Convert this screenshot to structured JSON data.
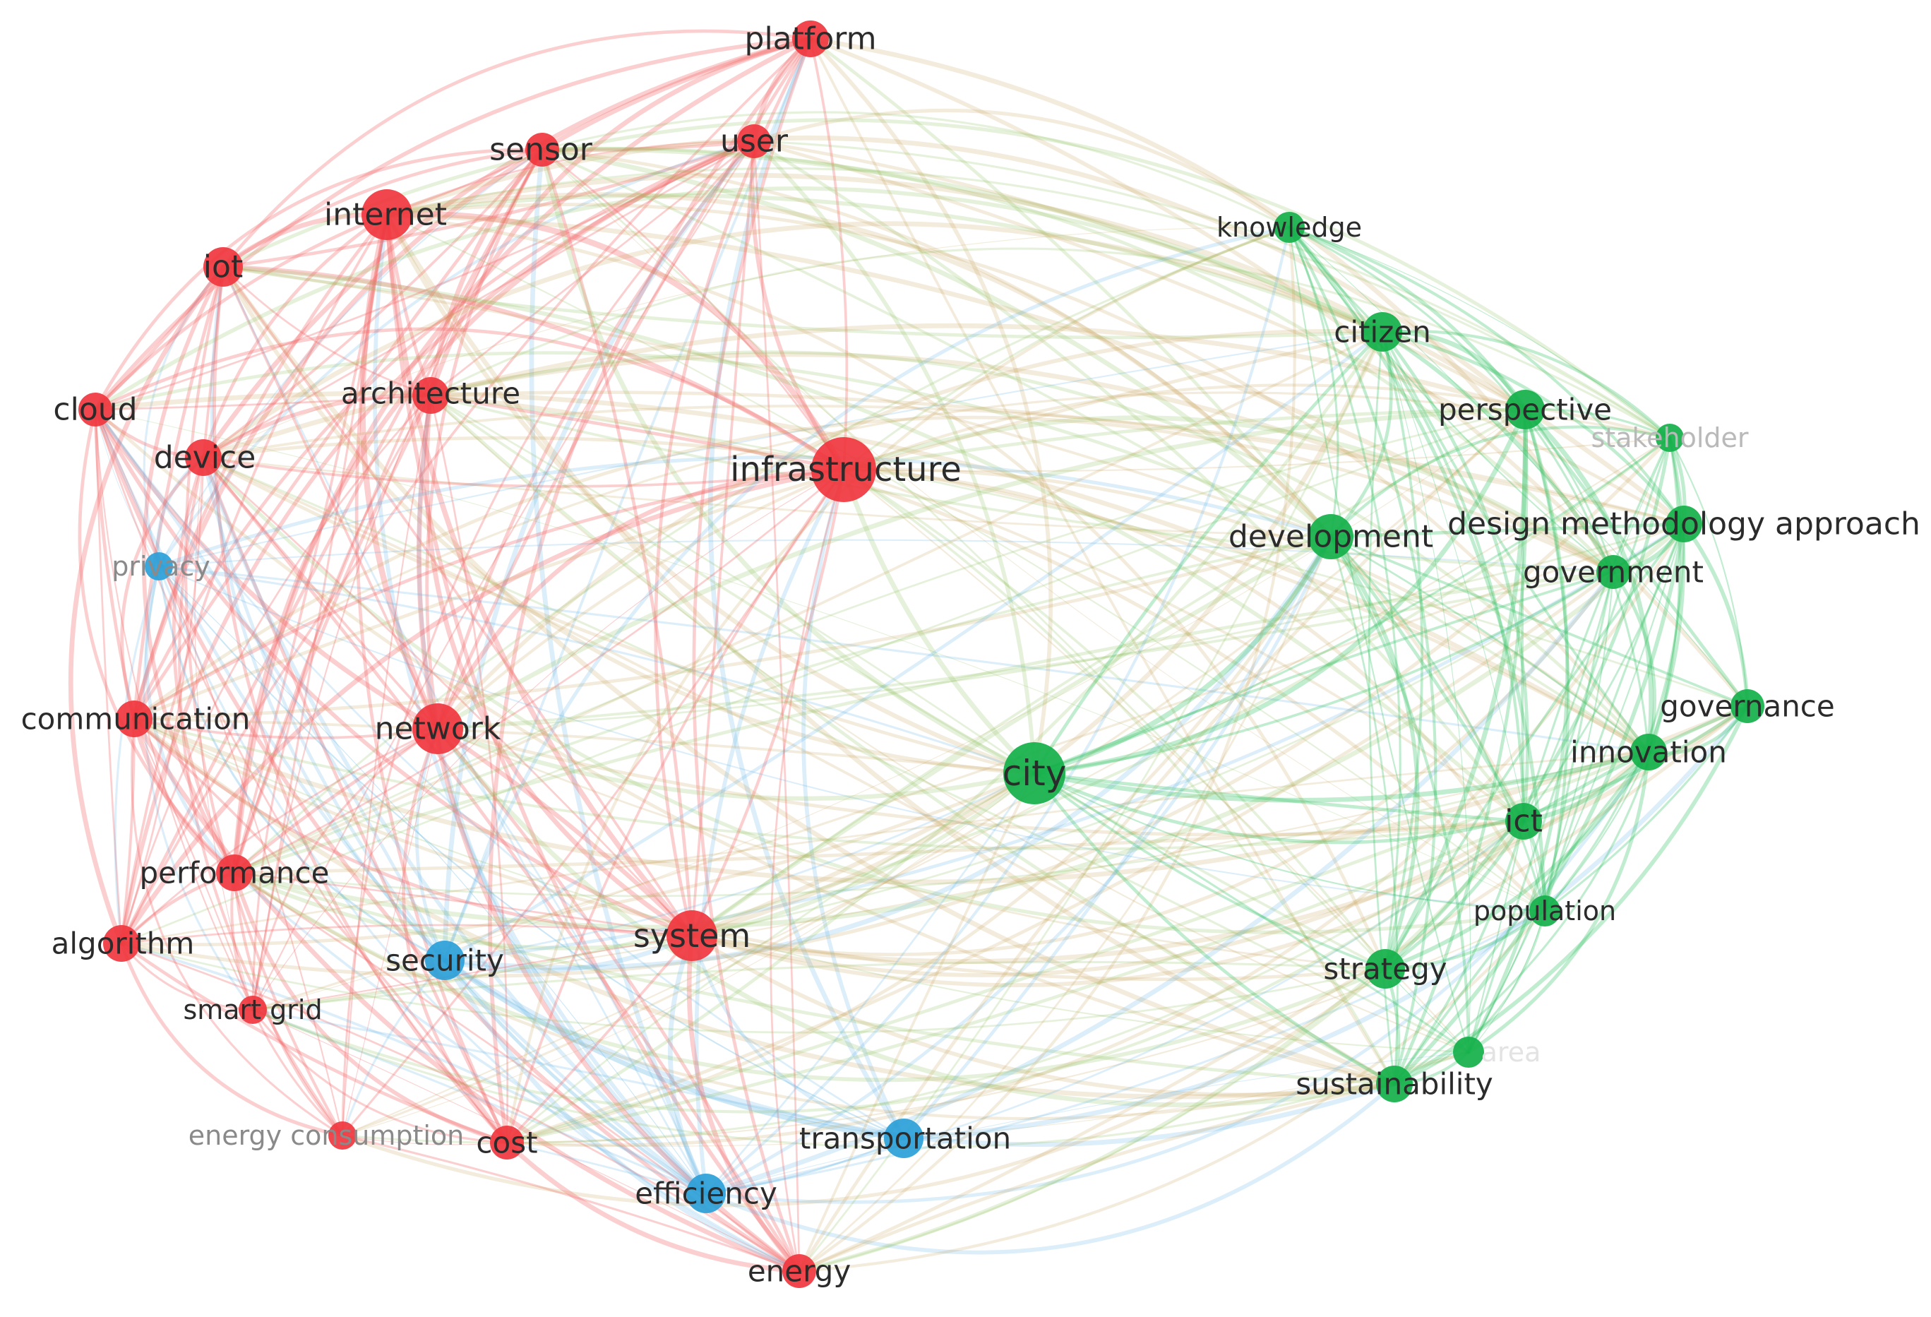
{
  "clusters": {
    "red": {
      "color": "#f0363e",
      "edge": "#f26a6a"
    },
    "green": {
      "color": "#14b04a",
      "edge": "#3cc46a"
    },
    "blue": {
      "color": "#2b9fd8",
      "edge": "#5eb3e4"
    }
  },
  "nodes": [
    {
      "id": "platform",
      "label": "platform",
      "cluster": "red",
      "weight": 2
    },
    {
      "id": "user",
      "label": "user",
      "cluster": "red",
      "weight": 2
    },
    {
      "id": "sensor",
      "label": "sensor",
      "cluster": "red",
      "weight": 2
    },
    {
      "id": "internet",
      "label": "internet",
      "cluster": "red",
      "weight": 3
    },
    {
      "id": "iot",
      "label": "iot",
      "cluster": "red",
      "weight": 2
    },
    {
      "id": "cloud",
      "label": "cloud",
      "cluster": "red",
      "weight": 2
    },
    {
      "id": "device",
      "label": "device",
      "cluster": "red",
      "weight": 2
    },
    {
      "id": "architecture",
      "label": "architecture",
      "cluster": "red",
      "weight": 2
    },
    {
      "id": "infrastructure",
      "label": "infrastructure",
      "cluster": "red",
      "weight": 4
    },
    {
      "id": "privacy",
      "label": "privacy",
      "cluster": "blue",
      "weight": 1
    },
    {
      "id": "communication",
      "label": "communication",
      "cluster": "red",
      "weight": 2
    },
    {
      "id": "network",
      "label": "network",
      "cluster": "red",
      "weight": 3
    },
    {
      "id": "performance",
      "label": "performance",
      "cluster": "red",
      "weight": 2
    },
    {
      "id": "algorithm",
      "label": "algorithm",
      "cluster": "red",
      "weight": 2
    },
    {
      "id": "security",
      "label": "security",
      "cluster": "blue",
      "weight": 2
    },
    {
      "id": "smart-grid",
      "label": "smart grid",
      "cluster": "red",
      "weight": 1
    },
    {
      "id": "system",
      "label": "system",
      "cluster": "red",
      "weight": 3
    },
    {
      "id": "energy-consumption",
      "label": "energy consumption",
      "cluster": "red",
      "weight": 1
    },
    {
      "id": "cost",
      "label": "cost",
      "cluster": "red",
      "weight": 2
    },
    {
      "id": "efficiency",
      "label": "efficiency",
      "cluster": "blue",
      "weight": 2
    },
    {
      "id": "transportation",
      "label": "transportation",
      "cluster": "blue",
      "weight": 2
    },
    {
      "id": "energy",
      "label": "energy",
      "cluster": "red",
      "weight": 2
    },
    {
      "id": "knowledge",
      "label": "knowledge",
      "cluster": "green",
      "weight": 1
    },
    {
      "id": "citizen",
      "label": "citizen",
      "cluster": "green",
      "weight": 2
    },
    {
      "id": "perspective",
      "label": "perspective",
      "cluster": "green",
      "weight": 2
    },
    {
      "id": "stakeholder",
      "label": "stakeholder",
      "cluster": "green",
      "weight": 1
    },
    {
      "id": "development",
      "label": "development",
      "cluster": "green",
      "weight": 3
    },
    {
      "id": "design-methodology-approach",
      "label": "design methodology approach",
      "cluster": "green",
      "weight": 2
    },
    {
      "id": "government",
      "label": "government",
      "cluster": "green",
      "weight": 2
    },
    {
      "id": "governance",
      "label": "governance",
      "cluster": "green",
      "weight": 2
    },
    {
      "id": "innovation",
      "label": "innovation",
      "cluster": "green",
      "weight": 2
    },
    {
      "id": "city",
      "label": "city",
      "cluster": "green",
      "weight": 4
    },
    {
      "id": "ict",
      "label": "ict",
      "cluster": "green",
      "weight": 2
    },
    {
      "id": "population",
      "label": "population",
      "cluster": "green",
      "weight": 1
    },
    {
      "id": "strategy",
      "label": "strategy",
      "cluster": "green",
      "weight": 2
    },
    {
      "id": "area",
      "label": "area",
      "cluster": "green",
      "weight": 1
    },
    {
      "id": "sustainability",
      "label": "sustainability",
      "cluster": "green",
      "weight": 2
    }
  ]
}
